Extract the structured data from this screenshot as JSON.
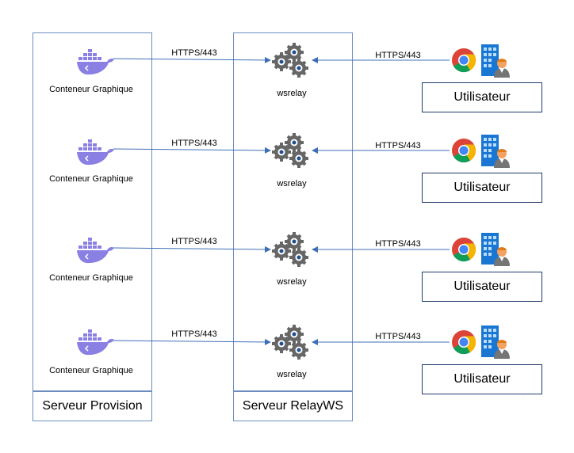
{
  "columns": {
    "provision": {
      "label": "Serveur Provision"
    },
    "relay": {
      "label": "Serveur RelayWS"
    }
  },
  "rows": [
    {
      "container_label": "Conteneur Graphique",
      "left_link": "HTTPS/443",
      "relay_label": "wsrelay",
      "right_link": "HTTPS/443",
      "user_label": "Utilisateur"
    },
    {
      "container_label": "Conteneur Graphique",
      "left_link": "HTTPS/443",
      "relay_label": "wsrelay",
      "right_link": "HTTPS/443",
      "user_label": "Utilisateur"
    },
    {
      "container_label": "Conteneur Graphique",
      "left_link": "HTTPS/443",
      "relay_label": "wsrelay",
      "right_link": "HTTPS/443",
      "user_label": "Utilisateur"
    },
    {
      "container_label": "Conteneur Graphique",
      "left_link": "HTTPS/443",
      "relay_label": "wsrelay",
      "right_link": "HTTPS/443",
      "user_label": "Utilisateur"
    }
  ],
  "colors": {
    "box_border": "#6c8ebf",
    "arrow": "#3d6fb6",
    "docker": "#8a7fe3",
    "gear": "#666666"
  },
  "icons": [
    "docker-icon",
    "gears-icon",
    "chrome-icon",
    "building-icon",
    "user-icon"
  ]
}
